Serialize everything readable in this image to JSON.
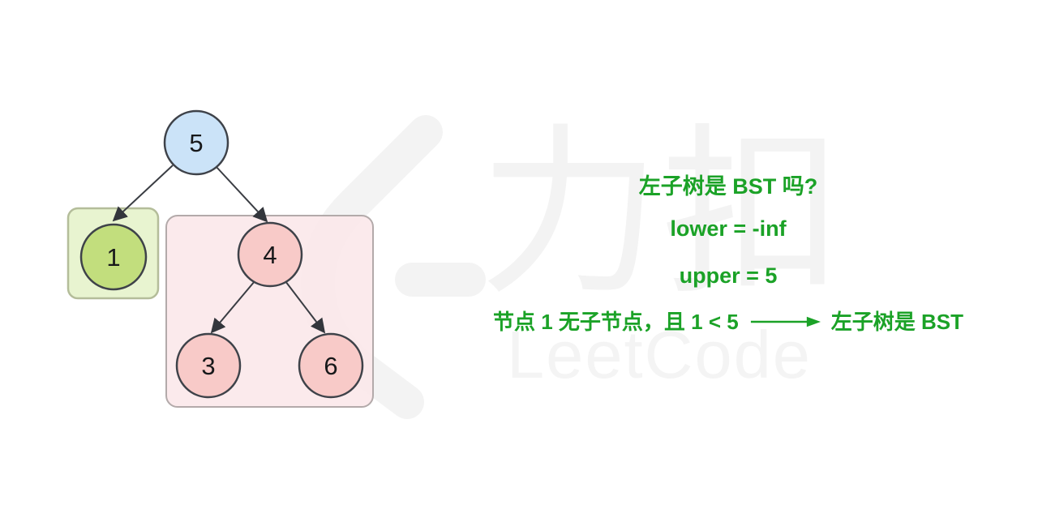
{
  "watermark": {
    "brand_cn": "力扣",
    "brand_en": "LeetCode",
    "color": "#f3f3f3"
  },
  "annotation": {
    "color": "#1ba227",
    "question": "左子树是 BST 吗?",
    "lower": "lower = -inf",
    "upper": "upper = 5",
    "conclusion_before": "节点 1 无子节点，且 1 < 5",
    "conclusion_after": "左子树是 BST"
  },
  "tree": {
    "nodes": [
      {
        "label": "5",
        "role": "root",
        "fill": "#cbe3f8",
        "stroke": "#3e4249"
      },
      {
        "label": "1",
        "role": "left-child",
        "fill": "#c2de7d",
        "stroke": "#3e4249"
      },
      {
        "label": "4",
        "role": "right-child",
        "fill": "#f8cac8",
        "stroke": "#3e4249"
      },
      {
        "label": "3",
        "role": "right-left-child",
        "fill": "#f8cac8",
        "stroke": "#3e4249"
      },
      {
        "label": "6",
        "role": "right-right-child",
        "fill": "#f8cac8",
        "stroke": "#3e4249"
      }
    ],
    "edges": [
      {
        "from": "5",
        "to": "1"
      },
      {
        "from": "5",
        "to": "4"
      },
      {
        "from": "4",
        "to": "3"
      },
      {
        "from": "4",
        "to": "6"
      }
    ],
    "highlights": [
      {
        "name": "left-subtree-box",
        "fill": "#e7f3cd",
        "stroke": "#b4bd9a"
      },
      {
        "name": "right-subtree-box",
        "fill": "#fbe7e9",
        "stroke": "#b3aaaa"
      }
    ]
  }
}
